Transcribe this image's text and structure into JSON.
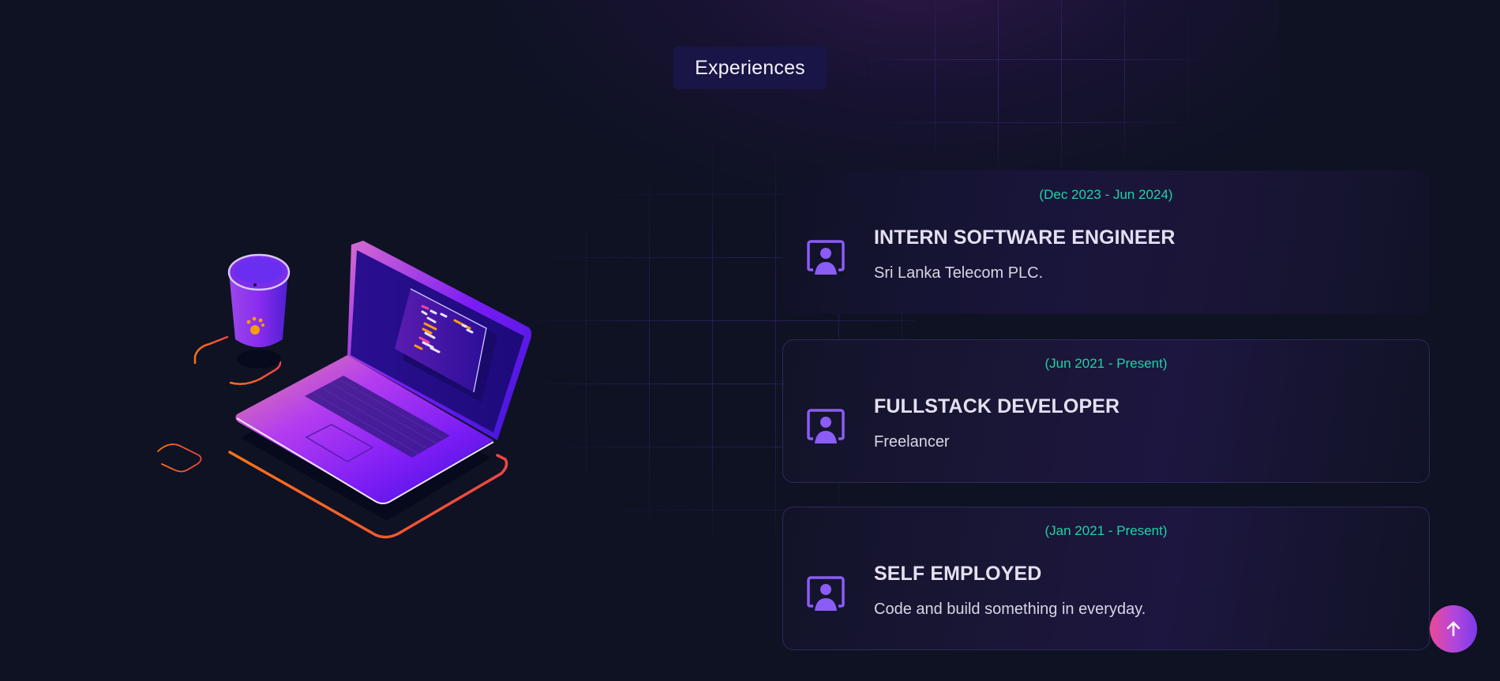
{
  "section": {
    "title": "Experiences"
  },
  "experiences": [
    {
      "date": "(Dec 2023 - Jun 2024)",
      "title": "INTERN SOFTWARE ENGINEER",
      "subtitle": "Sri Lanka Telecom PLC.",
      "icon": "user-presentation-icon"
    },
    {
      "date": "(Jun 2021 - Present)",
      "title": "FULLSTACK DEVELOPER",
      "subtitle": "Freelancer",
      "icon": "user-presentation-icon"
    },
    {
      "date": "(Jan 2021 - Present)",
      "title": "SELF EMPLOYED",
      "subtitle": "Code and build something in everyday.",
      "icon": "user-presentation-icon"
    }
  ],
  "illustration": {
    "description": "isometric laptop with code on screen and coffee cup"
  },
  "scroll_top": {
    "icon": "arrow-up-icon"
  },
  "colors": {
    "background": "#0e1223",
    "date_accent": "#20d3a6",
    "icon_accent": "#8b5cf6",
    "title_badge_bg": "#1a1547",
    "card_border": "#2b2a5a",
    "scroll_gradient_start": "#ec4899",
    "scroll_gradient_end": "#7c3aed"
  }
}
